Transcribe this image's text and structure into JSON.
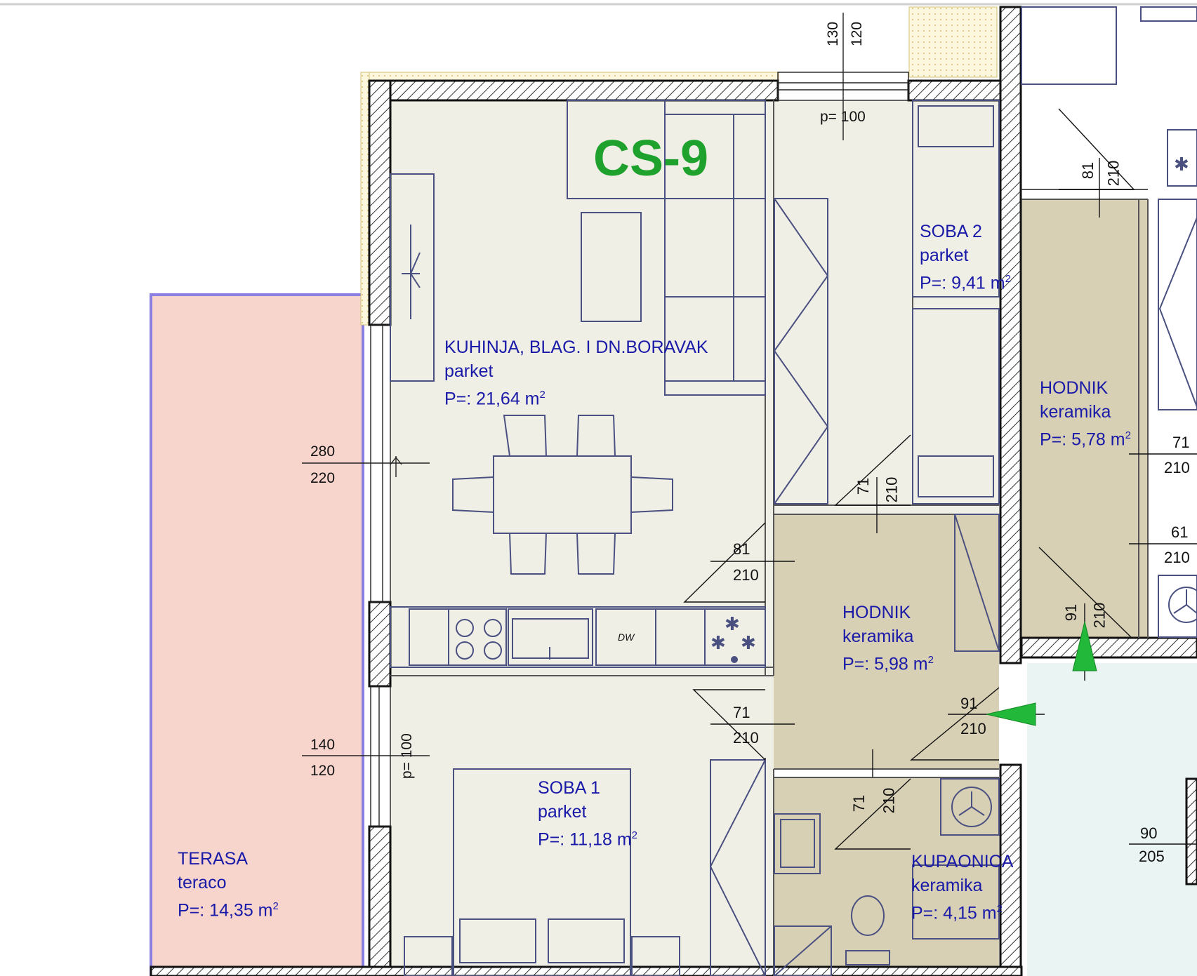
{
  "unit_tag": "CS-9",
  "rooms": {
    "living": {
      "name": "KUHINJA, BLAG. I DN.BORAVAK",
      "floor": "parket",
      "area": "P=: 21,64 m",
      "sup": "2"
    },
    "soba2": {
      "name": "SOBA 2",
      "floor": "parket",
      "area": "P=: 9,41 m",
      "sup": "2"
    },
    "hodnik_right": {
      "name": "HODNIK",
      "floor": "keramika",
      "area": "P=: 5,78 m",
      "sup": "2"
    },
    "hodnik_center": {
      "name": "HODNIK",
      "floor": "keramika",
      "area": "P=: 5,98 m",
      "sup": "2"
    },
    "soba1": {
      "name": "SOBA 1",
      "floor": "parket",
      "area": "P=: 11,18 m",
      "sup": "2"
    },
    "kupaonica": {
      "name": "KUPAONICA",
      "floor": "keramika",
      "area": "P=: 4,15 m",
      "sup": "2"
    },
    "terasa": {
      "name": "TERASA",
      "floor": "teraco",
      "area": "P=: 14,35 m",
      "sup": "2"
    }
  },
  "dimensions": {
    "top_window": {
      "a": "130",
      "b": "120",
      "p": "p= 100"
    },
    "terrace_door": {
      "a": "280",
      "b": "220"
    },
    "bedroom_window": {
      "a": "140",
      "b": "120",
      "p": "p= 100"
    },
    "door_living": {
      "a": "81",
      "b": "210"
    },
    "door_soba1": {
      "a": "71",
      "b": "210"
    },
    "door_soba2": {
      "a": "71",
      "b": "210"
    },
    "door_bath": {
      "a": "71",
      "b": "210"
    },
    "door_entry": {
      "a": "91",
      "b": "210"
    },
    "door_right_top": {
      "a": "81",
      "b": "210"
    },
    "door_right_1": {
      "a": "71",
      "b": "210"
    },
    "door_right_2": {
      "a": "61",
      "b": "210"
    },
    "door_right_entry": {
      "a": "91",
      "b": "210"
    },
    "door_far_right": {
      "a": "90",
      "b": "205"
    }
  },
  "appliance": {
    "dishwasher": "DW"
  },
  "colors": {
    "floor_parquet": "#f0efe6",
    "floor_tile": "#d8d0b4",
    "terrace": "#f7d5cc",
    "terrace_border": "#8a7fe0",
    "corridor": "#eaf4f2",
    "arrow": "#22b83a"
  }
}
